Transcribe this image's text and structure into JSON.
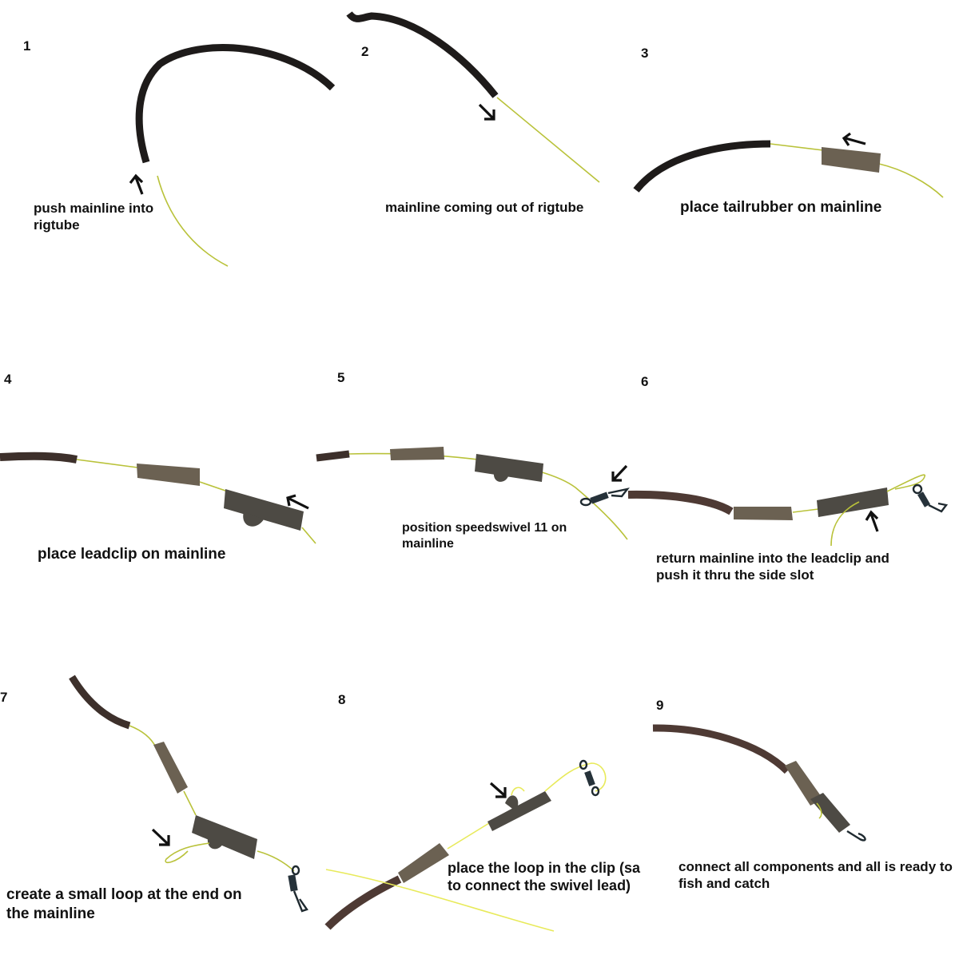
{
  "steps": [
    {
      "number": "1",
      "caption_lines": [
        "push mainline into",
        "rigtube"
      ],
      "arrow": "arrow-up-left"
    },
    {
      "number": "2",
      "caption_lines": [
        "mainline coming out of rigtube"
      ],
      "arrow": "arrow-down-right"
    },
    {
      "number": "3",
      "caption_lines": [
        "place tailrubber on mainline"
      ],
      "arrow": "arrow-left"
    },
    {
      "number": "4",
      "caption_lines": [
        "place leadclip on mainline"
      ],
      "arrow": "arrow-up-left"
    },
    {
      "number": "5",
      "caption_lines": [
        "position speedswivel 11 on",
        "mainline"
      ],
      "arrow": "arrow-down-left"
    },
    {
      "number": "6",
      "caption_lines": [
        "return mainline into the leadclip and",
        "push it thru the side slot"
      ],
      "arrow": "arrow-up-left"
    },
    {
      "number": "7",
      "caption_lines": [
        "create a small loop at the end on",
        "the mainline"
      ],
      "arrow": "arrow-down-right"
    },
    {
      "number": "8",
      "caption_lines": [
        "place the loop in the clip (sa",
        "to connect the swivel lead)"
      ],
      "arrow": "arrow-down-right"
    },
    {
      "number": "9",
      "caption_lines": [
        "connect all components and all is ready to",
        "fish and catch"
      ],
      "arrow": null
    }
  ],
  "colors": {
    "rigtube_black": "#1e1b1a",
    "rigtube_brown": "#4e3a34",
    "mainline": "#b9c23a",
    "component": "#6b6152",
    "swivel": "#1f2a30"
  }
}
